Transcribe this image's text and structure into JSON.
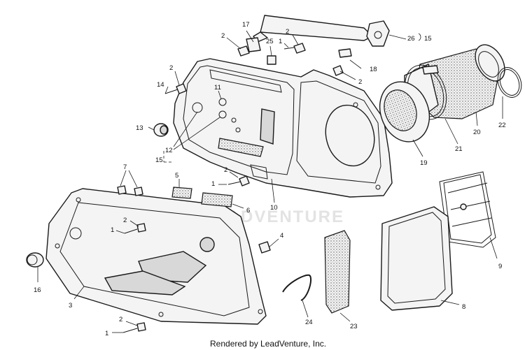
{
  "diagram": {
    "footer": "Rendered by LeadVenture, Inc.",
    "watermark": "LEADVENTURE",
    "callouts": {
      "c17": "17",
      "c2a": "2",
      "c2b": "2",
      "c1a": "1",
      "c25": "25",
      "c26": "26",
      "c15a": "15",
      "c18": "18",
      "c2c": "2",
      "c2d": "2",
      "c14": "14",
      "c11": "11",
      "c13": "13",
      "c12": "12",
      "c15b": "15",
      "c22": "22",
      "c20": "20",
      "c21": "21",
      "c19": "19",
      "c7": "7",
      "c5": "5",
      "c2e": "2",
      "c1b": "1",
      "c6": "6",
      "c10": "10",
      "c9": "9",
      "c2f": "2",
      "c1c": "1",
      "c4": "4",
      "c16": "16",
      "c3": "3",
      "c8": "8",
      "c24": "24",
      "c23": "23",
      "c2g": "2",
      "c1d": "1"
    }
  }
}
